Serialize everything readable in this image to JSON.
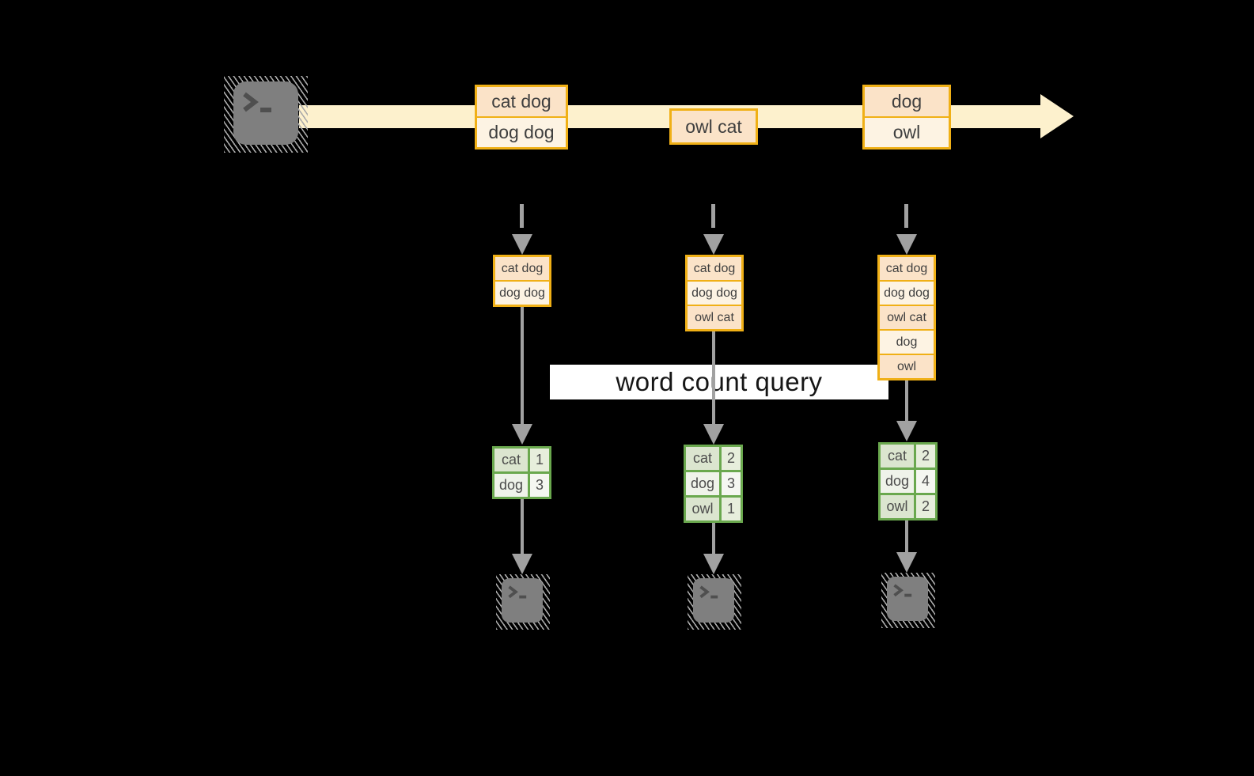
{
  "palette": {
    "background": "#000000",
    "flow_band": "#fdf1cd",
    "message_border": "#f0b016",
    "message_row_peach": "#fbe3c8",
    "message_row_cream": "#fdf3e3",
    "table_border": "#6aa84e",
    "table_cell_dark": "#dbe5cf",
    "table_cell_light": "#eff3ea",
    "connector_gray": "#a1a1a1",
    "terminal_gray": "#7f7f7f",
    "banner_bg": "#ffffff",
    "text_dark": "#3f3f3f"
  },
  "banner": {
    "label": "word count query"
  },
  "timeline": {
    "source_icon": "terminal",
    "batches": [
      {
        "lines": [
          "cat dog",
          "dog dog"
        ]
      },
      {
        "lines": [
          "owl cat"
        ]
      },
      {
        "lines": [
          "dog",
          "owl"
        ]
      }
    ]
  },
  "columns": [
    {
      "stack": [
        "cat dog",
        "dog dog"
      ],
      "counts": [
        {
          "word": "cat",
          "count": "1"
        },
        {
          "word": "dog",
          "count": "3"
        }
      ],
      "sink_icon": "terminal"
    },
    {
      "stack": [
        "cat dog",
        "dog dog",
        "owl cat"
      ],
      "counts": [
        {
          "word": "cat",
          "count": "2"
        },
        {
          "word": "dog",
          "count": "3"
        },
        {
          "word": "owl",
          "count": "1"
        }
      ],
      "sink_icon": "terminal"
    },
    {
      "stack": [
        "cat dog",
        "dog dog",
        "owl cat",
        "dog",
        "owl"
      ],
      "counts": [
        {
          "word": "cat",
          "count": "2"
        },
        {
          "word": "dog",
          "count": "4"
        },
        {
          "word": "owl",
          "count": "2"
        }
      ],
      "sink_icon": "terminal"
    }
  ]
}
